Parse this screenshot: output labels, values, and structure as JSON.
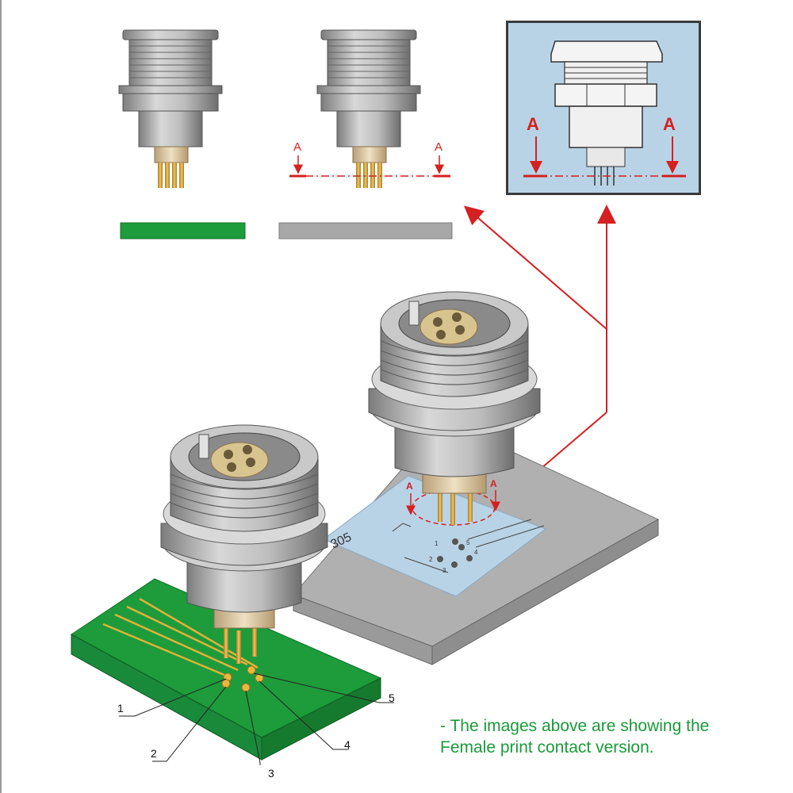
{
  "section_labels": {
    "section_left": "A",
    "section_right": "A"
  },
  "panel_labels": {
    "left": "A",
    "right": "A"
  },
  "plate_labels": {
    "left": "A",
    "right": "A",
    "code": "305"
  },
  "pad_numbers": [
    "1",
    "2",
    "3",
    "4",
    "5"
  ],
  "callouts": [
    "1",
    "2",
    "3",
    "4",
    "5"
  ],
  "note": {
    "line1": "- The images above are showing the",
    "line2": "Female print contact version."
  },
  "colors": {
    "pcb_green": "#1e9b3a",
    "gray_plate": "#a9a9a9",
    "panel_blue": "#b9d3e6",
    "arrow_red": "#d42020",
    "note_green": "#1a9a3a",
    "gold": "#d8a93a"
  }
}
